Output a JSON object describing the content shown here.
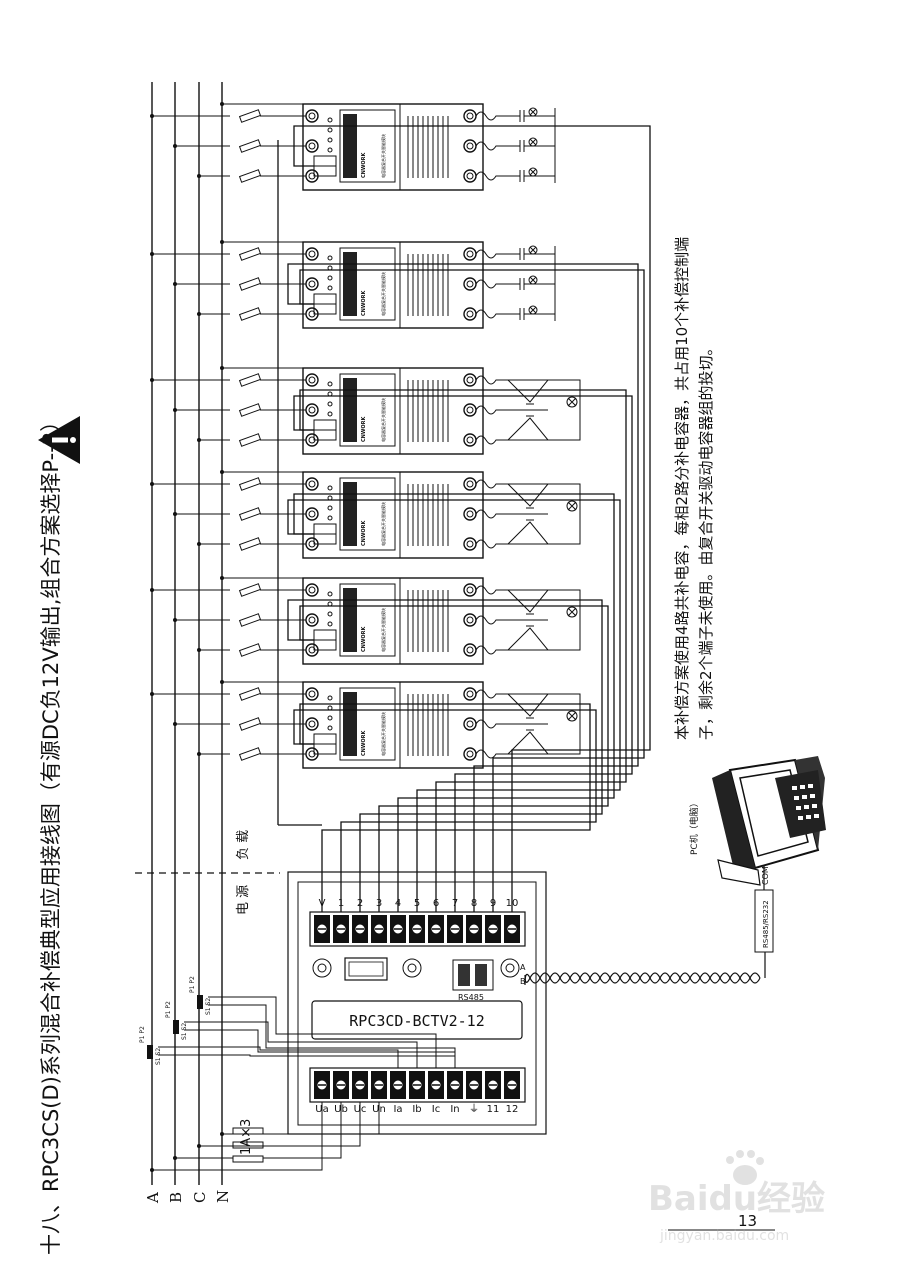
{
  "title": "十八、RPC3CS(D)系列混合补偿典型应用接线图（有源DC负12V输出,组合方案选择P--3）",
  "description": {
    "line1": "本补偿方案使用4路共补电容，每相2路分补电容器，共占用10个补偿控制端",
    "line2": "子，剩余2个端子未使用。由复合开关驱动电容器组的投切。"
  },
  "phases": [
    "A",
    "B",
    "C",
    "N"
  ],
  "labels": {
    "power": "电 源",
    "load": "负 载",
    "ct": "1A×3",
    "pc": "PC机（电脑）",
    "com": "COM1",
    "rs_cable": "RS485/RS232",
    "rs485": "RS485",
    "ab": [
      "A",
      "B"
    ],
    "p1": "P1",
    "p2": "P2",
    "s1s2": "S1 S2"
  },
  "controller": {
    "model": "RPC3CD-BCTV2-12",
    "top_terminals": [
      "V",
      "1",
      "2",
      "3",
      "4",
      "5",
      "6",
      "7",
      "8",
      "9",
      "10"
    ],
    "bottom_terminals": [
      "Ua",
      "Ub",
      "Uc",
      "Un",
      "Ia",
      "Ib",
      "Ic",
      "In",
      "⏚",
      "11",
      "12"
    ]
  },
  "switch_module": {
    "brand": "CNWORK",
    "text": "电容器复合开关智能模块"
  },
  "modules": [
    {
      "type": "split"
    },
    {
      "type": "split"
    },
    {
      "type": "common"
    },
    {
      "type": "common"
    },
    {
      "type": "common"
    },
    {
      "type": "common"
    }
  ],
  "page_number": "13",
  "watermark": {
    "brand": "Baidu经验",
    "url": "jingyan.baidu.com"
  }
}
